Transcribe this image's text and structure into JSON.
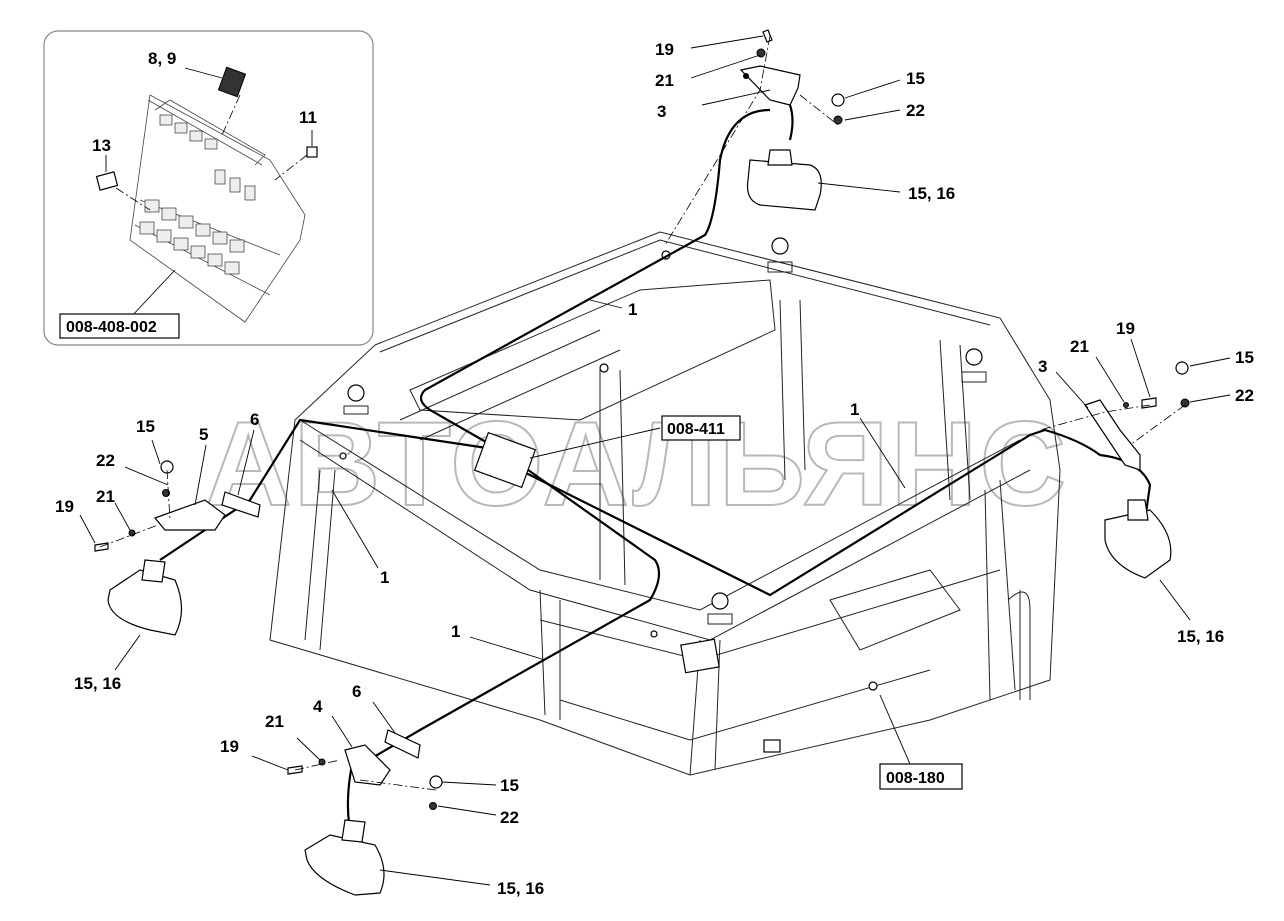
{
  "watermark": "АВТОАЛЬЯНС",
  "inset": {
    "reference": "008-408-002",
    "labels": [
      "8, 9",
      "11",
      "13"
    ]
  },
  "references": {
    "harness": "008-411",
    "cab": "008-180"
  },
  "callouts": {
    "top_19": "19",
    "top_21": "21",
    "top_3": "3",
    "top_15": "15",
    "top_22": "22",
    "top_lamp": "15, 16",
    "right_19": "19",
    "right_21": "21",
    "right_3": "3",
    "right_15": "15",
    "right_22": "22",
    "right_lamp": "15, 16",
    "left_15": "15",
    "left_5": "5",
    "left_6": "6",
    "left_22": "22",
    "left_21": "21",
    "left_19": "19",
    "left_lamp": "15, 16",
    "bottom_21": "21",
    "bottom_4": "4",
    "bottom_6": "6",
    "bottom_19": "19",
    "bottom_15": "15",
    "bottom_22": "22",
    "bottom_lamp": "15, 16",
    "wire_1a": "1",
    "wire_1b": "1",
    "wire_1c": "1",
    "wire_1d": "1"
  }
}
